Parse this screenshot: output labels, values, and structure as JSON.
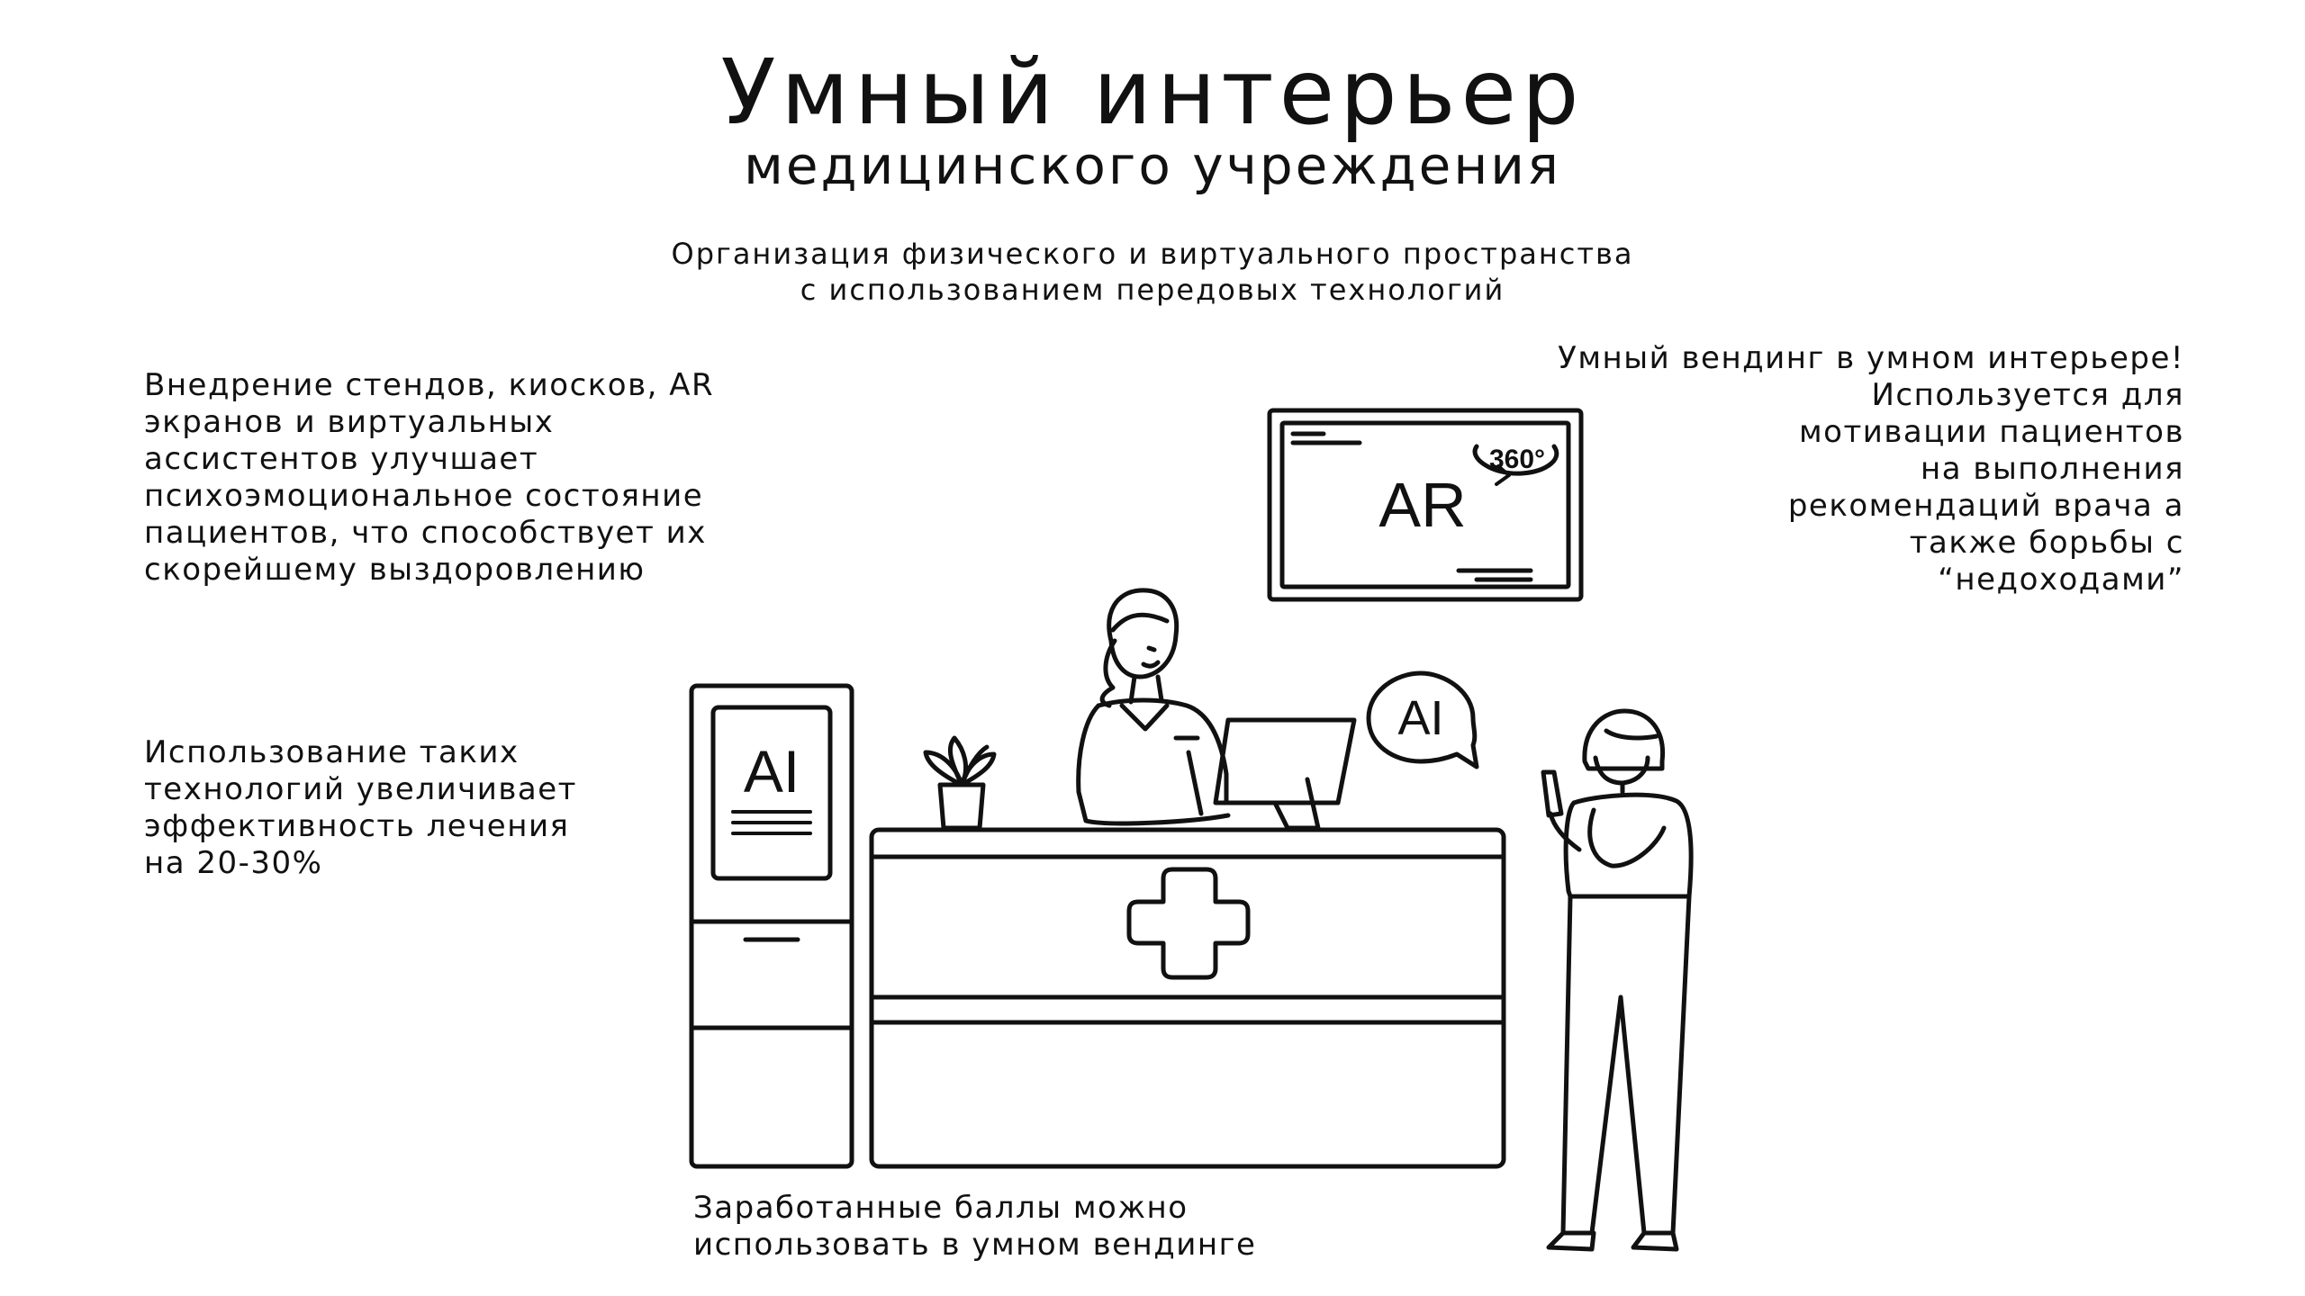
{
  "header": {
    "title": "Умный интерьер",
    "subtitle": "медицинского учреждения",
    "tagline": [
      "Организация физического и виртуального пространства",
      "с использованием передовых технологий"
    ]
  },
  "left_block_1": [
    "Внедрение стендов, киосков, AR",
    "экранов и виртуальных",
    "ассистентов улучшает",
    "психоэмоциональное состояние",
    "пациентов, что способствует их",
    "скорейшему выздоровлению"
  ],
  "left_block_2": [
    "Использование таких",
    "технологий увеличивает",
    "эффективность лечения",
    "на 20-30%"
  ],
  "right_block": [
    "Умный вендинг в умном интерьере!",
    "Используется для",
    "мотивации пациентов",
    "на выполнения",
    "рекомендаций врача а",
    "также борьбы с",
    "“недоходами”"
  ],
  "bottom_block": [
    "Заработанные баллы можно",
    "использовать в умном вендинге"
  ],
  "illustration": {
    "screen_label": "AR",
    "screen_badge": "360°",
    "kiosk_label": "AI",
    "bubble_label": "AI"
  }
}
